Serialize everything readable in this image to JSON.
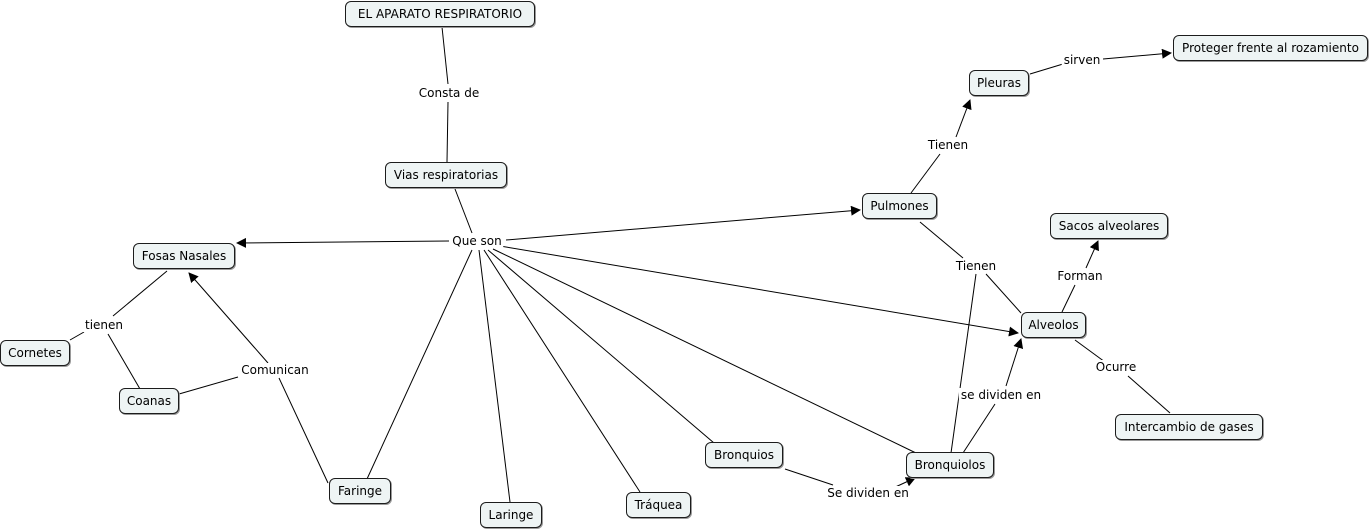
{
  "nodes": {
    "aparato": "EL APARATO RESPIRATORIO",
    "vias": "Vias respiratorias",
    "fosas": "Fosas Nasales",
    "cornetes": "Cornetes",
    "coanas": "Coanas",
    "faringe": "Faringe",
    "laringe": "Laringe",
    "traquea": "Tráquea",
    "bronquios": "Bronquios",
    "bronquiolos": "Bronquiolos",
    "pulmones": "Pulmones",
    "pleuras": "Pleuras",
    "proteger": "Proteger frente al rozamiento",
    "sacos": "Sacos alveolares",
    "alveolos": "Alveolos",
    "intercambio": "Intercambio de gases"
  },
  "links": {
    "consta": "Consta de",
    "que_son": "Que son",
    "tienen_fosas": "tienen",
    "comunican": "Comunican",
    "tienen_pleuras": "Tienen",
    "sirven": "sirven",
    "tienen_alveolos": "Tienen",
    "forman": "Forman",
    "ocurre": "Ocurre",
    "se_dividen_bronquiolos": "se dividen en",
    "se_dividen_bronquios": "Se dividen en"
  },
  "colors": {
    "node_fill": "#eef4f4",
    "node_border": "#1c1c1c",
    "line": "#000000"
  }
}
